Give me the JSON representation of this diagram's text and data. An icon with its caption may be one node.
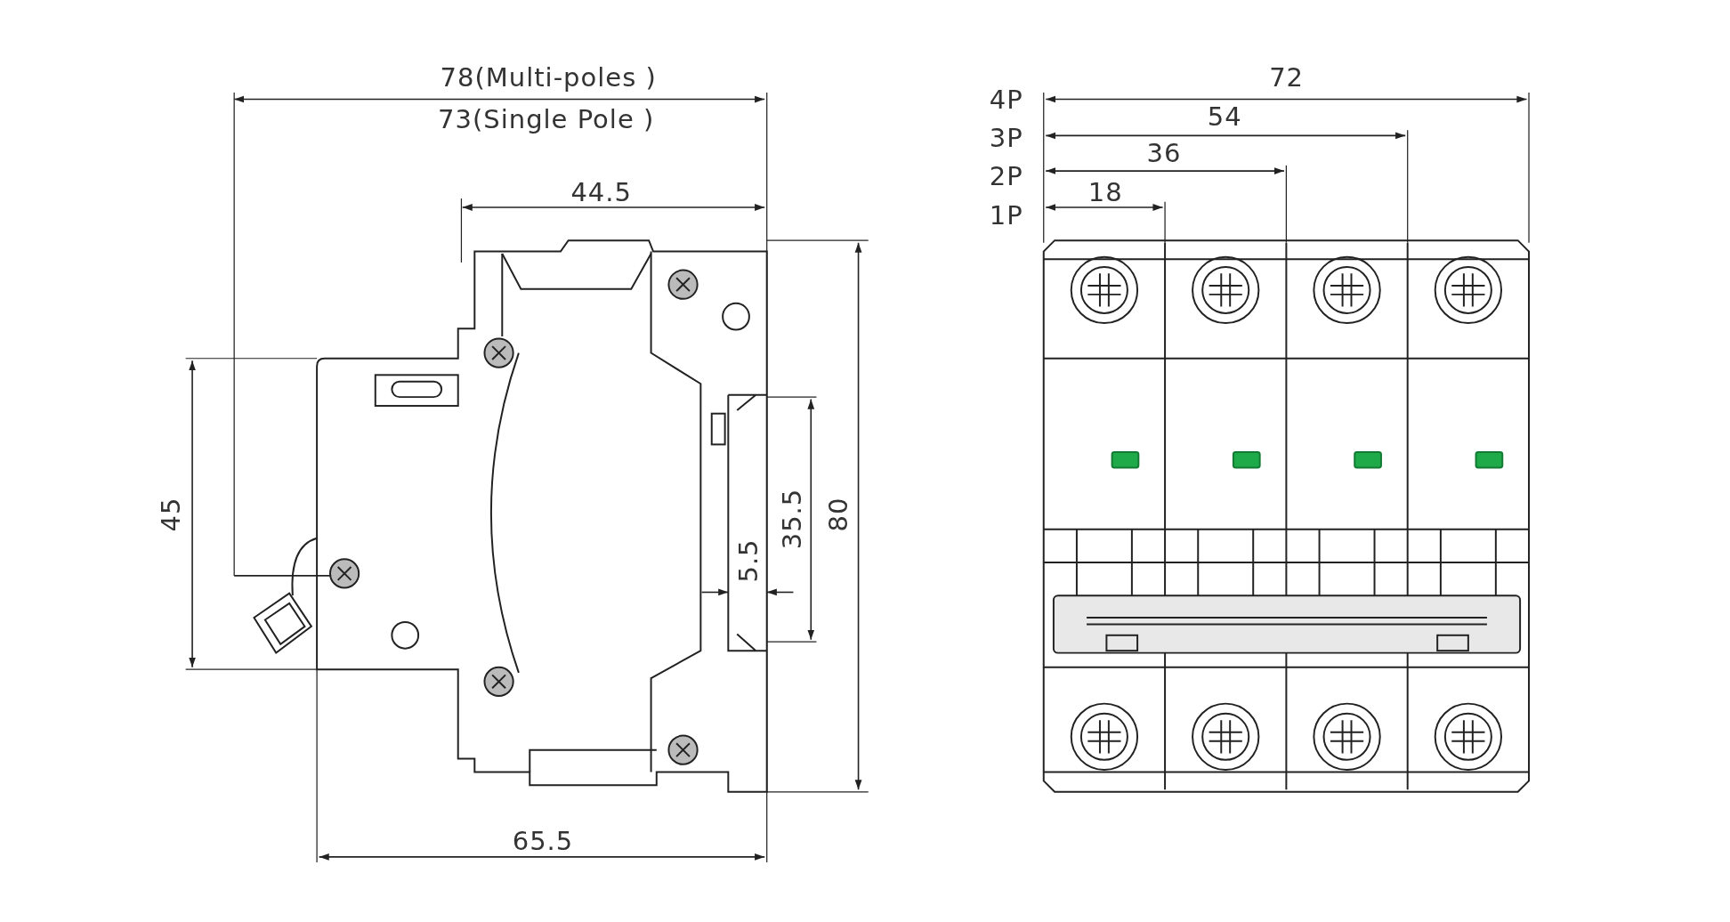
{
  "diagram": {
    "labels": [
      "78(Multi-poles )",
      "73(Single Pole )",
      "44.5",
      "45",
      "35.5",
      "5.5",
      "80",
      "65.5",
      "4P",
      "72",
      "3P",
      "54",
      "2P",
      "36",
      "1P",
      "18"
    ]
  }
}
